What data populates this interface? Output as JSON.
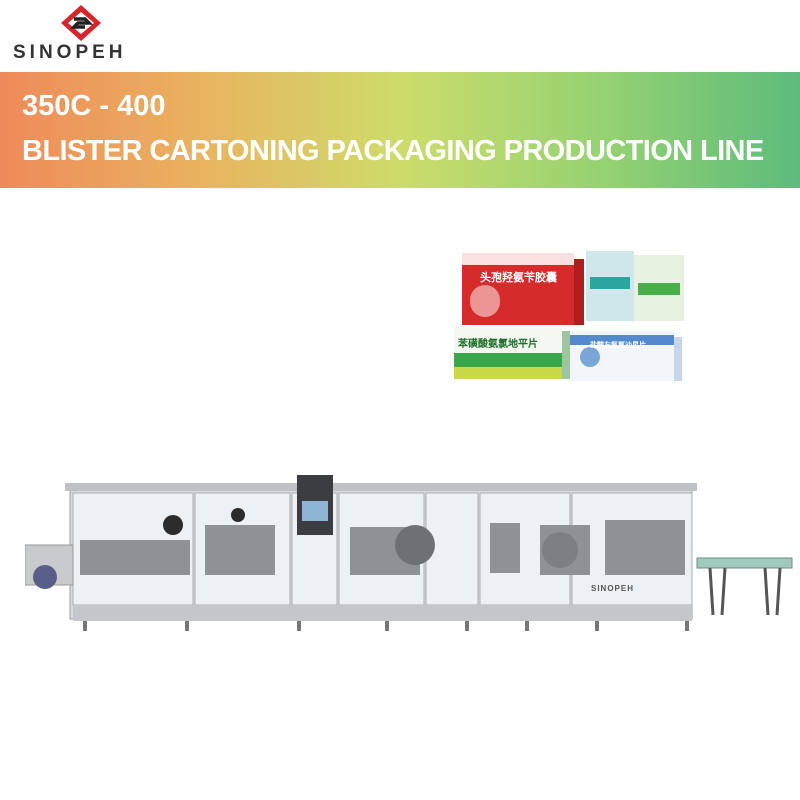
{
  "brand": {
    "name": "SINOPEH"
  },
  "banner": {
    "model": "350C - 400",
    "title": "BLISTER CARTONING PACKAGING PRODUCTION LINE"
  },
  "product_boxes": [
    {
      "label": "头孢羟氨苄胶囊",
      "color": "#d62b2b"
    },
    {
      "label": "苯磺酸氨氯地平片",
      "color": "#3aa84a"
    },
    {
      "label": "盐酸左氧氟沙星片",
      "color": "#2a6fc0"
    }
  ],
  "machine": {
    "brand_mark": "SINOPEH"
  },
  "colors": {
    "accent_red": "#d7262b",
    "banner_start": "#ef8a5a",
    "banner_end": "#5dbb7c"
  }
}
